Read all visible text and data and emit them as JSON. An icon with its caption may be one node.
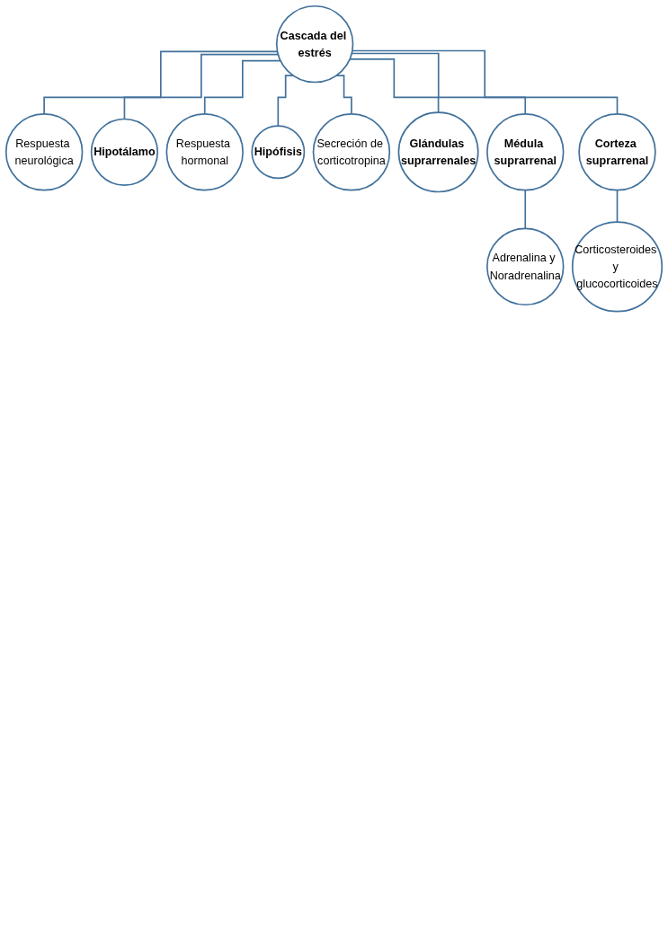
{
  "diagram": {
    "nodes": [
      {
        "text": [
          "Cascada del estrés"
        ]
      },
      {
        "text": [
          "Respuesta neurológica"
        ]
      },
      {
        "text": [
          "Hipotálamo"
        ]
      },
      {
        "text": [
          "Respuesta hormonal"
        ]
      },
      {
        "text": [
          "Hipófisis"
        ]
      },
      {
        "text": [
          "Secreción de corticotropina"
        ]
      },
      {
        "text": [
          "Glándulas suprarrenales"
        ]
      },
      {
        "text": [
          "Médula suprarrenal"
        ]
      },
      {
        "text": [
          "Corteza suprarrenal"
        ]
      },
      {
        "text": [
          "Adrenalina y Noradrenalina"
        ]
      },
      {
        "text": [
          "Corticosteroides y glucocorticoides"
        ]
      }
    ],
    "edges": [
      {
        "from": 0,
        "to": 1,
        "arrow": "none"
      },
      {
        "from": 0,
        "to": 2,
        "arrow": "none"
      },
      {
        "from": 0,
        "to": 3,
        "arrow": "none"
      },
      {
        "from": 0,
        "to": 4,
        "arrow": "none"
      },
      {
        "from": 0,
        "to": 5,
        "arrow": "none"
      },
      {
        "from": 0,
        "to": 6,
        "arrow": "none"
      },
      {
        "from": 0,
        "to": 7,
        "arrow": "none"
      },
      {
        "from": 0,
        "to": 8,
        "arrow": "none"
      },
      {
        "from": 7,
        "to": 9,
        "arrow": "none"
      },
      {
        "from": 8,
        "to": 10,
        "arrow": "none"
      }
    ]
  }
}
